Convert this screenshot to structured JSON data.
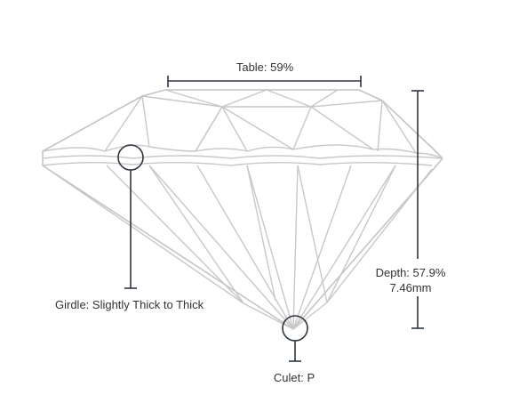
{
  "measurements": {
    "table": "Table: 59%",
    "girdle": "Girdle: Slightly Thick to Thick",
    "depth_percent": "Depth: 57.9%",
    "depth_mm": "7.46mm",
    "culet": "Culet: P"
  },
  "colors": {
    "facet_lines": "#c8c8c8",
    "annotation_lines": "#2e3540",
    "label_text": "#333333"
  }
}
